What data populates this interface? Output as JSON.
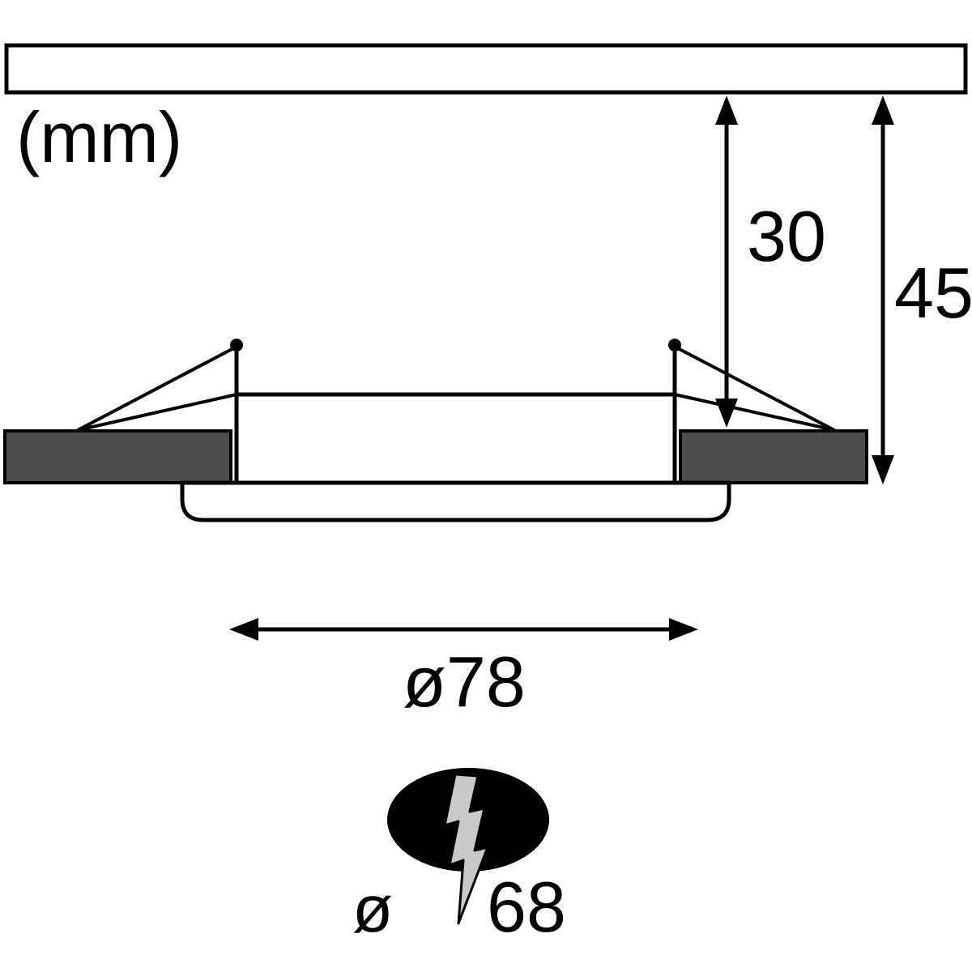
{
  "unit_label": "(mm)",
  "dimensions": {
    "recess_depth": "30",
    "total_depth": "45",
    "outer_diameter": "ø78",
    "cutout_symbol": "ø",
    "cutout_value": "68"
  },
  "colors": {
    "line": "#000000",
    "flange_gray": "#4d4d4d",
    "hole_black": "#000000",
    "bolt_gray": "#c9c9c9",
    "background": "#ffffff"
  }
}
